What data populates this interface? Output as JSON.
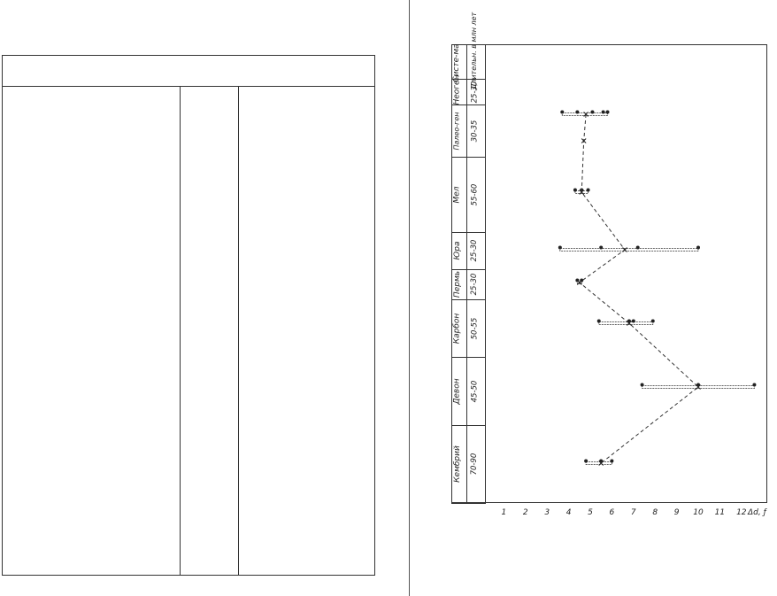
{
  "chart_data": {
    "type": "range",
    "header_labels": {
      "system": "Систе-ма",
      "duration": "Длительн. в млн лет"
    },
    "rows": [
      {
        "system": "Неоген",
        "duration": "25-30",
        "min": 3.7,
        "max": 5.8,
        "mean": 4.8,
        "points": [
          3.7,
          4.4,
          5.1,
          5.6,
          5.8
        ]
      },
      {
        "system": "Палео-ген",
        "duration": "30-35",
        "mean": 4.7
      },
      {
        "system": "Мел",
        "duration": "55-60",
        "min": 4.3,
        "max": 4.9,
        "mean": 4.6,
        "points": [
          4.3,
          4.6,
          4.9
        ]
      },
      {
        "system": "Юра",
        "duration": "25-30",
        "min": 3.6,
        "max": 10.0,
        "mean": 6.6,
        "points": [
          3.6,
          5.5,
          7.2,
          10.0
        ]
      },
      {
        "system": "Пермь",
        "duration": "25-30",
        "min": 4.4,
        "max": 4.6,
        "mean": 4.5,
        "points": [
          4.4,
          4.6
        ]
      },
      {
        "system": "Карбон",
        "duration": "50-55",
        "min": 5.4,
        "max": 7.9,
        "mean": 6.8,
        "points": [
          5.4,
          6.8,
          7.0,
          7.9
        ]
      },
      {
        "system": "Девон",
        "duration": "45-50",
        "min": 7.4,
        "max": 12.6,
        "mean": 10.0,
        "points": [
          7.4,
          10.0,
          12.6
        ]
      },
      {
        "system": "Кембрий",
        "duration": "70-90",
        "min": 4.8,
        "max": 6.0,
        "mean": 5.5,
        "points": [
          4.8,
          5.5,
          6.0
        ]
      }
    ],
    "x_ticks": [
      "1",
      "2",
      "3",
      "4",
      "5",
      "6",
      "7",
      "8",
      "9",
      "10",
      "11",
      "12"
    ],
    "xlabel": "Δd, ƒ",
    "xlim": [
      0,
      13
    ]
  }
}
